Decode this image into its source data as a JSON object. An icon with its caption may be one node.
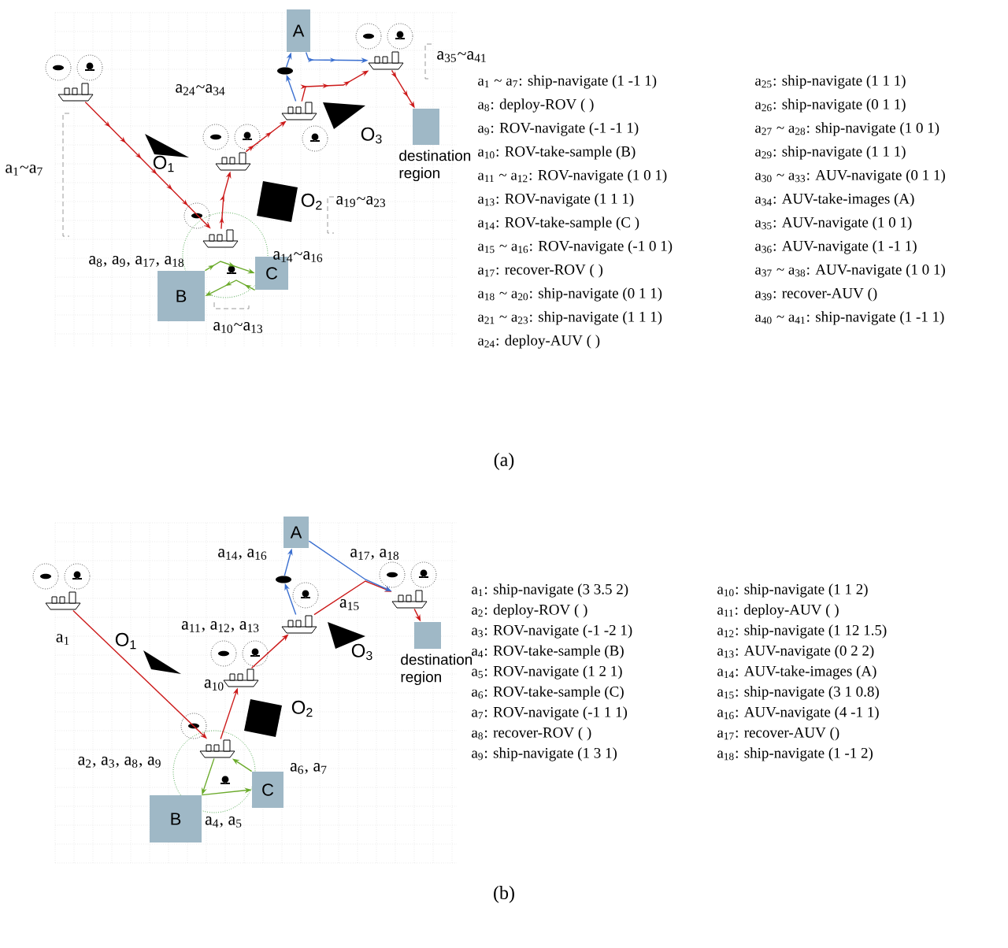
{
  "diagram": {
    "nodes": [
      {
        "text": [
          "A"
        ]
      },
      {
        "text": [
          "destination region"
        ]
      },
      {
        "text": [
          "B"
        ]
      },
      {
        "text": [
          "C"
        ]
      },
      {
        "text": [
          "A"
        ]
      },
      {
        "text": [
          "destination region"
        ]
      },
      {
        "text": [
          "B"
        ]
      },
      {
        "text": [
          "C"
        ]
      },
      {
        "text": [],
        "shape": "ship"
      },
      {
        "text": [],
        "shape": "ship"
      },
      {
        "text": [],
        "shape": "ship"
      },
      {
        "text": [],
        "shape": "ship"
      },
      {
        "text": [],
        "shape": "ship"
      },
      {
        "text": [],
        "shape": "ellipse"
      },
      {
        "text": [],
        "shape": "ship"
      },
      {
        "text": [],
        "shape": "ship"
      },
      {
        "text": [],
        "shape": "ship"
      },
      {
        "text": [],
        "shape": "ship"
      },
      {
        "text": [],
        "shape": "ship"
      },
      {
        "text": [],
        "shape": "ellipse"
      }
    ],
    "edges": [
      {
        "from": 8,
        "to": 9,
        "arrow": "to"
      },
      {
        "from": 9,
        "to": 10,
        "arrow": "to"
      },
      {
        "from": 10,
        "to": 11,
        "arrow": "to"
      },
      {
        "from": 11,
        "to": 12,
        "arrow": "to"
      },
      {
        "from": 12,
        "to": 1,
        "arrow": "to"
      },
      {
        "from": 11,
        "to": 13,
        "arrow": "to",
        "color": "#3a6fd0"
      },
      {
        "from": 13,
        "to": 0,
        "arrow": "to",
        "color": "#3a6fd0"
      },
      {
        "from": 0,
        "to": 12,
        "arrow": "to",
        "color": "#3a6fd0"
      },
      {
        "from": 2,
        "to": 3,
        "arrow": "to",
        "color": "#6aaa2a"
      },
      {
        "from": 3,
        "to": 2,
        "arrow": "to",
        "color": "#6aaa2a"
      },
      {
        "from": 14,
        "to": 15,
        "arrow": "to"
      },
      {
        "from": 15,
        "to": 16,
        "arrow": "to"
      },
      {
        "from": 16,
        "to": 17,
        "arrow": "to"
      },
      {
        "from": 17,
        "to": 18,
        "arrow": "to"
      },
      {
        "from": 18,
        "to": 5,
        "arrow": "to"
      },
      {
        "from": 17,
        "to": 19,
        "arrow": "to",
        "color": "#3a6fd0"
      },
      {
        "from": 19,
        "to": 4,
        "arrow": "to",
        "color": "#3a6fd0"
      },
      {
        "from": 4,
        "to": 18,
        "arrow": "to",
        "color": "#3a6fd0"
      },
      {
        "from": 15,
        "to": 6,
        "arrow": "to",
        "color": "#6aaa2a"
      },
      {
        "from": 6,
        "to": 7,
        "arrow": "to",
        "color": "#6aaa2a"
      },
      {
        "from": 7,
        "to": 15,
        "arrow": "to",
        "color": "#6aaa2a"
      }
    ],
    "labels": [
      "a$_{1}$~a$_{7}$",
      "a$_{24}$~a$_{34}$",
      "a$_{35}$~a$_{41}$",
      "O$_{1}$",
      "O$_{2}$",
      "O$_{3}$",
      "a$_{19}$~a$_{23}$",
      "a$_{8}$, a$_{9}$, a$_{17}$, a$_{18}$",
      "a$_{14}$~a$_{16}$",
      "a$_{10}$~a$_{13}$",
      "a$_{1}$ ~ a$_{7}$: ship-navigate (1 -1 1)",
      "a$_{8}$: deploy-ROV ( )",
      "a$_{9}$: ROV-navigate (-1 -1 1)",
      "a$_{10}$: ROV-take-sample (B)",
      "a$_{11}$ ~ a$_{12}$: ROV-navigate (1 0 1)",
      "a$_{13}$: ROV-navigate (1 1 1)",
      "a$_{14}$: ROV-take-sample (C )",
      "a$_{15}$ ~ a$_{16}$: ROV-navigate (-1 0 1)",
      "a$_{17}$: recover-ROV ( )",
      "a$_{18}$ ~ a$_{20}$: ship-navigate (0 1 1)",
      "a$_{21}$ ~ a$_{23}$: ship-navigate (1 1 1)",
      "a$_{24}$: deploy-AUV ( )",
      "a$_{25}$: ship-navigate (1 1 1)",
      "a$_{26}$: ship-navigate (0 1 1)",
      "a$_{27}$ ~ a$_{28}$: ship-navigate (1 0 1)",
      "a$_{29}$: ship-navigate (1 1 1)",
      "a$_{30}$ ~ a$_{33}$: AUV-navigate (0 1 1)",
      "a$_{34}$: AUV-take-images (A)",
      "a$_{35}$: AUV-navigate (1 0 1)",
      "a$_{36}$: AUV-navigate (1 -1 1)",
      "a$_{37}$ ~ a$_{38}$: AUV-navigate (1 0 1)",
      "a$_{39}$: recover-AUV ()",
      "a$_{40}$ ~ a$_{41}$: ship-navigate (1 -1 1)",
      "(a)",
      "a$_{1}$",
      "O$_{1}$",
      "a$_{14}$, a$_{16}$",
      "a$_{17}$, a$_{18}$",
      "a$_{11}$, a$_{12}$, a$_{13}$",
      "a$_{15}$",
      "O$_{3}$",
      "a$_{10}$",
      "O$_{2}$",
      "a$_{2}$, a$_{3}$, a$_{8}$, a$_{9}$",
      "a$_{6}$, a$_{7}$",
      "a$_{4}$, a$_{5}$",
      "a$_{1}$: ship-navigate (3 3.5 2)",
      "a$_{2}$: deploy-ROV ( )",
      "a$_{3}$: ROV-navigate (-1 -2 1)",
      "a$_{4}$: ROV-take-sample (B)",
      "a$_{5}$: ROV-navigate (1 2 1)",
      "a$_{6}$: ROV-take-sample (C)",
      "a$_{7}$: ROV-navigate (-1 1 1)",
      "a$_{8}$: recover-ROV ( )",
      "a$_{9}$: ship-navigate (1 3 1)",
      "a$_{10}$: ship-navigate (1 1 2)",
      "a$_{11}$: deploy-AUV ( )",
      "a$_{12}$: ship-navigate (1 12 1.5)",
      "a$_{13}$: AUV-navigate (0 2 2)",
      "a$_{14}$: AUV-take-images (A)",
      "a$_{15}$: ship-navigate (3 1 0.8)",
      "a$_{16}$: AUV-navigate (4 -1 1)",
      "a$_{17}$: recover-AUV ()",
      "a$_{18}$: ship-navigate (1 -1 2)",
      "(b)"
    ]
  }
}
